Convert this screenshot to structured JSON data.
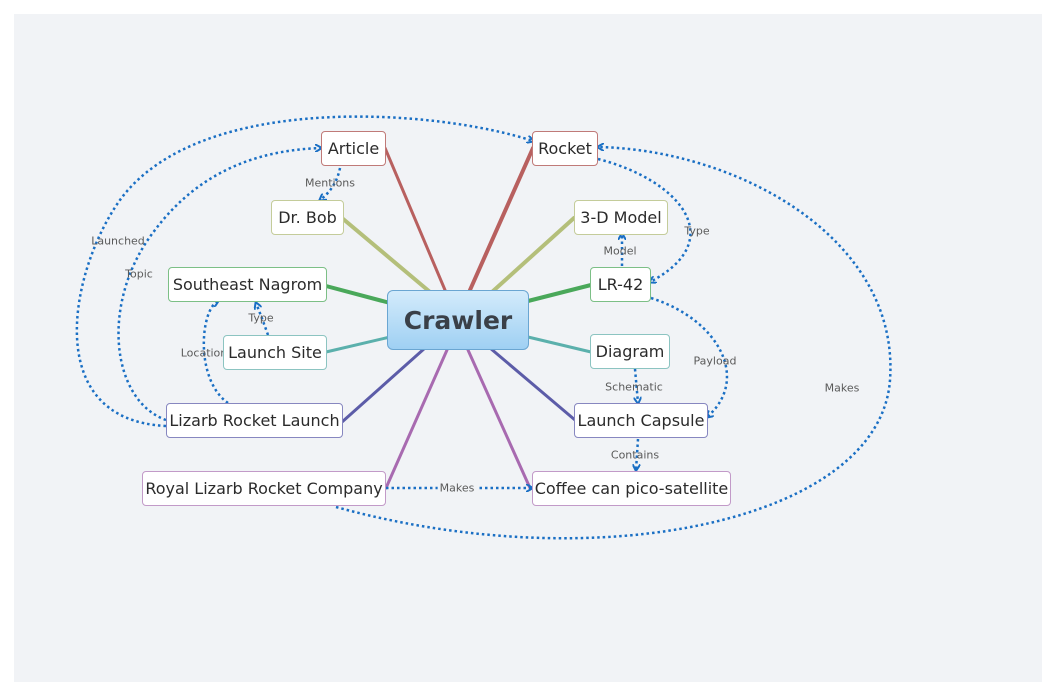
{
  "center": {
    "label": "Crawler"
  },
  "nodes": {
    "article": "Article",
    "dr_bob": "Dr. Bob",
    "southeast_nagrom": "Southeast Nagrom",
    "launch_site": "Launch Site",
    "lizarb_rocket_launch": "Lizarb Rocket Launch",
    "royal_lizarb": "Royal Lizarb Rocket Company",
    "rocket": "Rocket",
    "model_3d": "3-D Model",
    "lr42": "LR-42",
    "diagram": "Diagram",
    "launch_capsule": "Launch Capsule",
    "coffee_can": "Coffee can pico-satellite"
  },
  "relationship_labels": {
    "mentions": "Mentions",
    "launched": "Launched",
    "topic": "Topic",
    "type_left": "Type",
    "location": "Location",
    "makes_bottom": "Makes",
    "makes_right": "Makes",
    "type_right": "Type",
    "model": "Model",
    "payload": "Payload",
    "schematic": "Schematic",
    "contains": "Contains"
  },
  "colors": {
    "relationship": "#1a6fc4",
    "background": "#f1f3f6"
  }
}
